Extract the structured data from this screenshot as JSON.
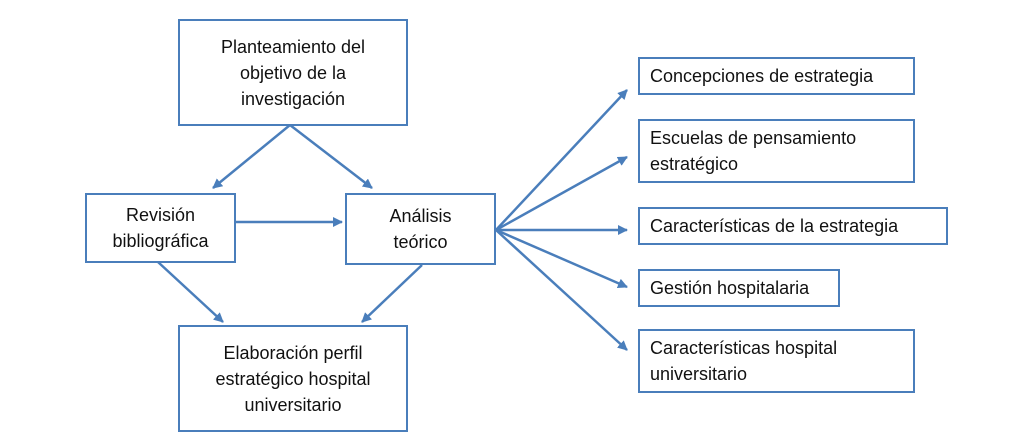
{
  "diagram": {
    "title": "",
    "colors": {
      "border": "#4a7ebb",
      "arrow": "#4a7ebb",
      "text": "#111111",
      "background": "#ffffff"
    },
    "nodes": {
      "objetivo": "Planteamiento del objetivo de la investigación",
      "revision": "Revisión bibliográfica",
      "analisis": "Análisis teórico",
      "elaboracion": "Elaboración perfil estratégico hospital universitario",
      "concepciones": "Concepciones de estrategia",
      "escuelas": "Escuelas de pensamiento estratégico",
      "caracteristicas_estrategia": "Características de la estrategia",
      "gestion": "Gestión hospitalaria",
      "caracteristicas_hospital": "Características hospital universitario"
    },
    "edges": [
      {
        "from": "objetivo",
        "to": "revision"
      },
      {
        "from": "objetivo",
        "to": "analisis"
      },
      {
        "from": "revision",
        "to": "analisis"
      },
      {
        "from": "revision",
        "to": "elaboracion"
      },
      {
        "from": "analisis",
        "to": "elaboracion"
      },
      {
        "from": "analisis",
        "to": "concepciones"
      },
      {
        "from": "analisis",
        "to": "escuelas"
      },
      {
        "from": "analisis",
        "to": "caracteristicas_estrategia"
      },
      {
        "from": "analisis",
        "to": "gestion"
      },
      {
        "from": "analisis",
        "to": "caracteristicas_hospital"
      }
    ]
  }
}
